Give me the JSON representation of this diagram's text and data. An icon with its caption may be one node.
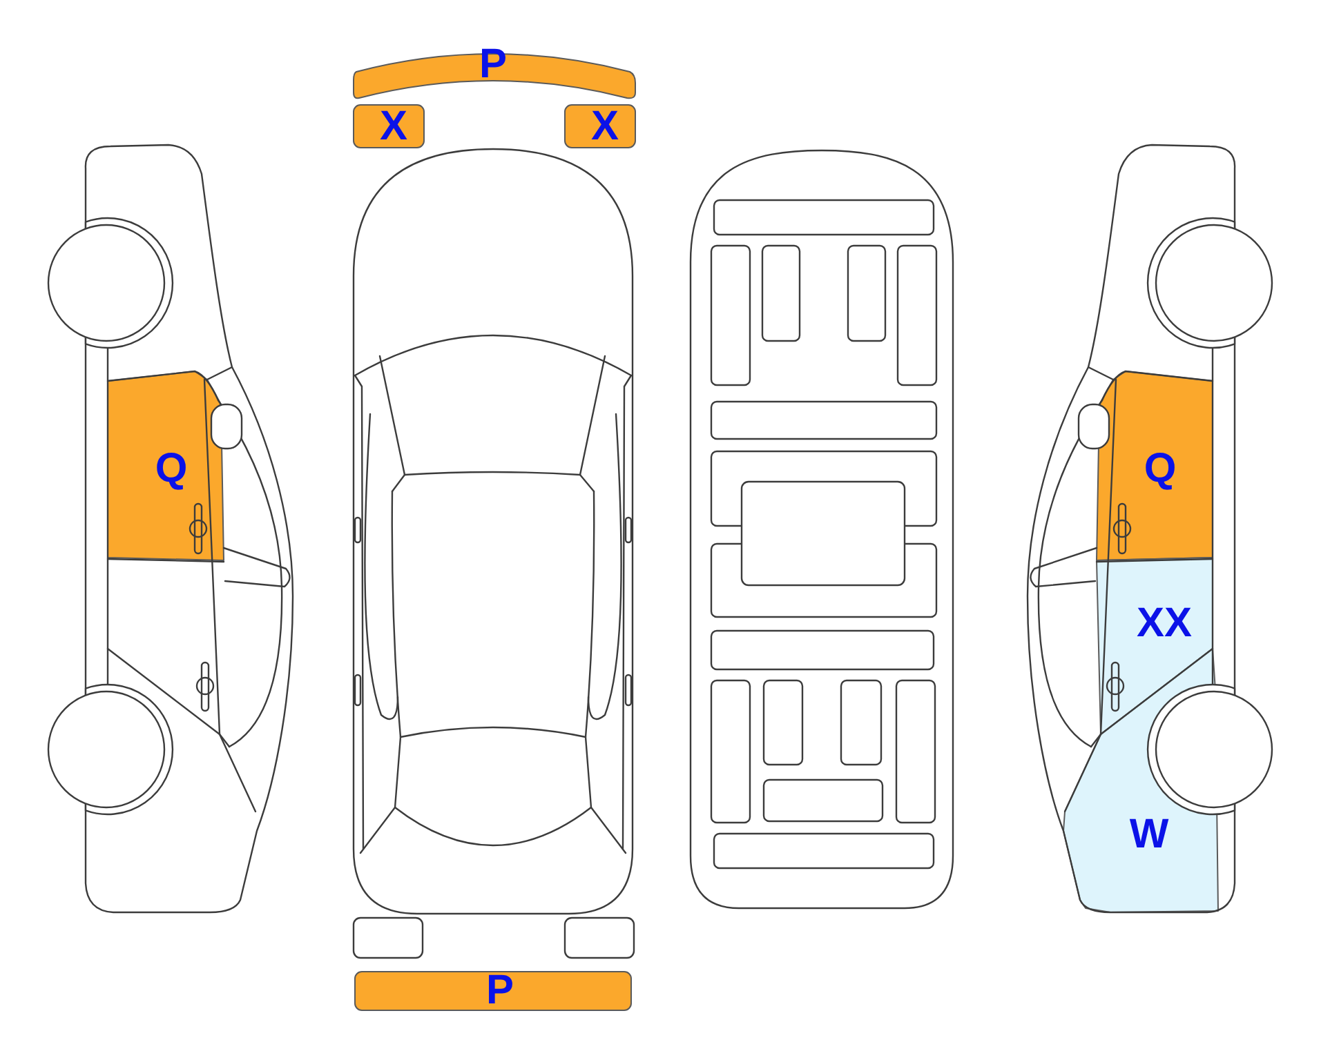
{
  "diagram": {
    "nodes": [
      {
        "text": [
          "P"
        ]
      },
      {
        "text": [
          "X"
        ]
      },
      {
        "text": [
          "X"
        ]
      },
      {
        "text": [
          "Q"
        ]
      },
      {
        "text": [
          "Q"
        ]
      },
      {
        "text": [
          "XX"
        ]
      },
      {
        "text": [
          "W"
        ]
      },
      {
        "text": [
          "P"
        ]
      }
    ]
  }
}
